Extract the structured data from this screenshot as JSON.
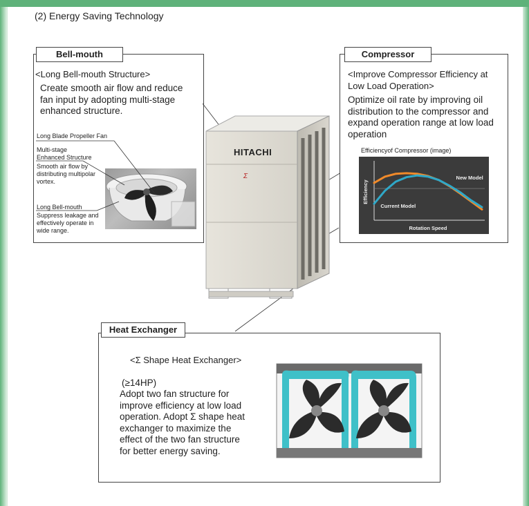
{
  "section_title": "(2) Energy Saving Technology",
  "bellmouth": {
    "tag": "Bell-mouth",
    "heading": "<Long Bell-mouth Structure>",
    "body": "Create smooth air flow and reduce fan input by adopting multi-stage enhanced structure.",
    "callouts": {
      "propeller": "Long Blade Propeller Fan",
      "multistage_title": "Multi-stage",
      "multistage_sub": "Enhanced Structure",
      "smooth": "Smooth air flow by distributing multipolar vortex.",
      "longbell_title": "Long Bell-mouth",
      "longbell_sub": "Suppress leakage and effectively operate in wide range."
    }
  },
  "compressor": {
    "tag": "Compressor",
    "heading": "<Improve Compressor Efficiency at Low Load Operation>",
    "body": "Optimize oil rate by improving oil distribution to the compressor and expand operation range at low load operation",
    "chart_caption": "Efficiencyof Compressor (image)"
  },
  "unit": {
    "brand": "HITACHI",
    "badge": "Σ"
  },
  "heat_exchanger": {
    "tag": "Heat Exchanger",
    "heading": "<Σ Shape Heat Exchanger>",
    "hp": "(≥14HP)",
    "body": "Adopt two fan structure for improve efficiency at low load operation. Adopt Σ shape heat exchanger to maximize the effect of the two fan structure for better energy saving."
  },
  "colors": {
    "border_green": "#5fb27a",
    "new_model": "#f08a2a",
    "current_model": "#2fa8c8",
    "chart_bg": "#3b3b3b",
    "exchanger_teal": "#3fc0c8"
  },
  "chart_data": {
    "type": "line",
    "title": "",
    "xlabel": "Rotation Speed",
    "ylabel": "Efficiency",
    "xlim": [
      0,
      10
    ],
    "ylim": [
      0,
      10
    ],
    "series": [
      {
        "name": "New Model",
        "x": [
          0,
          1,
          2,
          3,
          4,
          5,
          6,
          7,
          8,
          9,
          10
        ],
        "values": [
          6.6,
          7.7,
          8.2,
          8.3,
          8.2,
          7.8,
          7.1,
          6.0,
          4.7,
          3.3,
          1.9
        ]
      },
      {
        "name": "Current Model",
        "x": [
          0,
          1,
          2,
          3,
          4,
          5,
          6,
          7,
          8,
          9,
          10
        ],
        "values": [
          2.9,
          5.2,
          6.8,
          7.6,
          7.9,
          7.7,
          7.1,
          6.1,
          4.9,
          3.5,
          2.3
        ]
      }
    ],
    "legend": "inline-labels"
  }
}
